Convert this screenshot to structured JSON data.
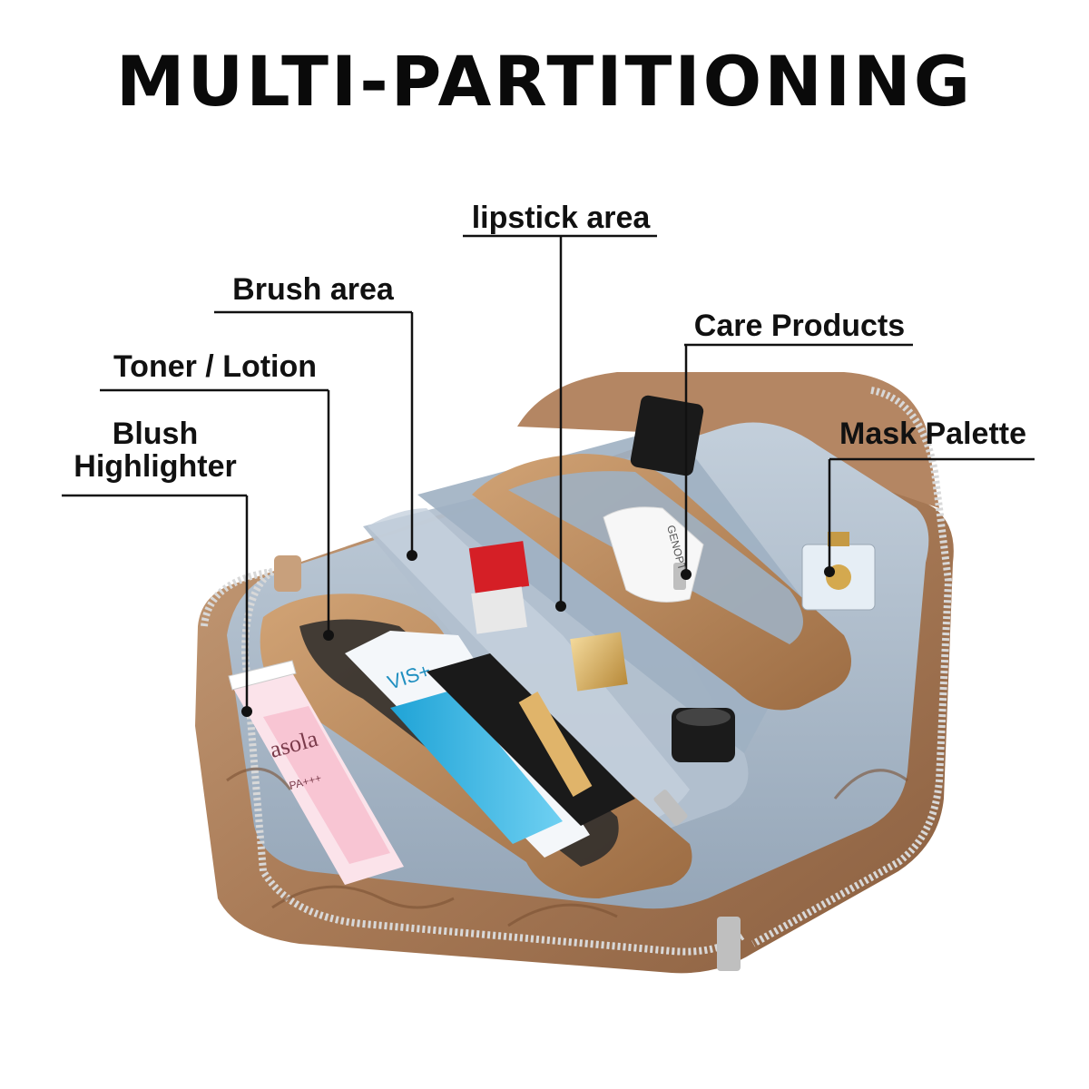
{
  "headline": "MULTI-PARTITIONING",
  "callouts": {
    "lipstick_area": "lipstick area",
    "brush_area": "Brush area",
    "care_products": "Care Products",
    "toner_lotion": "Toner / Lotion",
    "mask_palette": "Mask Palette",
    "blush_line1": "Blush",
    "blush_line2": "Highlighter"
  },
  "product_text": {
    "tube_brand": "asola",
    "tube_sub": "PA+++",
    "cream_brand": "VIS+",
    "spray_brand": "GENOPT"
  },
  "colors": {
    "leather": "#b0825e",
    "lining": "#a9b7c6",
    "zipper": "#c9c9c9",
    "text": "#111111"
  }
}
